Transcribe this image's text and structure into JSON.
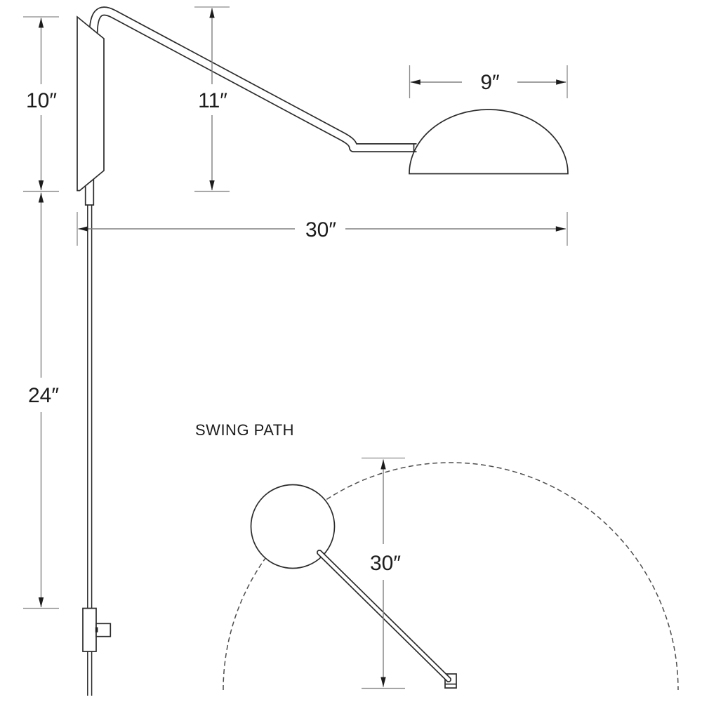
{
  "diagram": {
    "swing_path_label": "SWING PATH",
    "dimensions": {
      "mount_height": "10″",
      "arm_drop": "11″",
      "shade_width": "9″",
      "reach": "30″",
      "cord_length": "24″",
      "swing_radius": "30″"
    },
    "colors": {
      "background": "#ffffff",
      "line_art": "#2b2b2b",
      "dimension_lines": "#808080",
      "arrows_and_text": "#1c1c1c"
    }
  }
}
